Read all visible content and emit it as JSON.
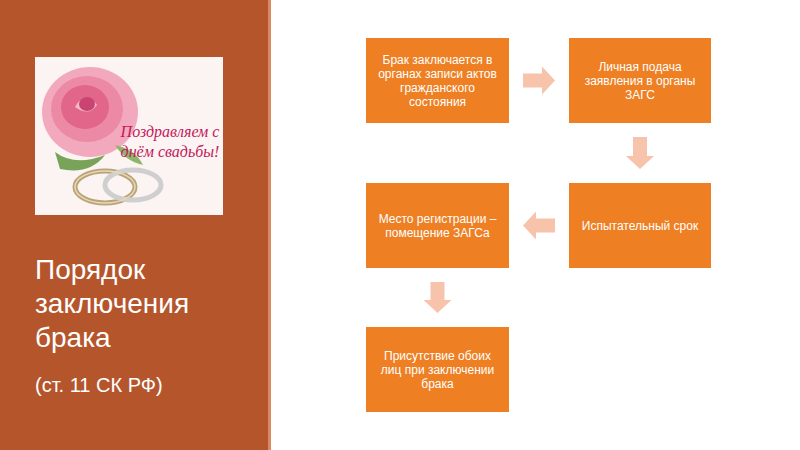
{
  "diagram": {
    "title": "Порядок заключения брака",
    "nodes": [
      {
        "text": [
          "Брак заключается в органах записи актов гражданского состояния"
        ]
      },
      {
        "text": [
          "Личная подача заявления в органы ЗАГС"
        ]
      },
      {
        "text": [
          "Испытательный срок"
        ]
      },
      {
        "text": [
          "Место регистрации – помещение ЗАГСа"
        ]
      },
      {
        "text": [
          "Присутствие обоих лиц при заключении брака"
        ]
      }
    ],
    "edges": [
      {
        "from": 0,
        "to": 1,
        "arrow": "to"
      },
      {
        "from": 1,
        "to": 2,
        "arrow": "to"
      },
      {
        "from": 2,
        "to": 3,
        "arrow": "to"
      },
      {
        "from": 3,
        "to": 4,
        "arrow": "to"
      }
    ],
    "labels": [
      "Поздравляем с днём свадьбы!",
      "(ст. 11 СК РФ)"
    ]
  }
}
